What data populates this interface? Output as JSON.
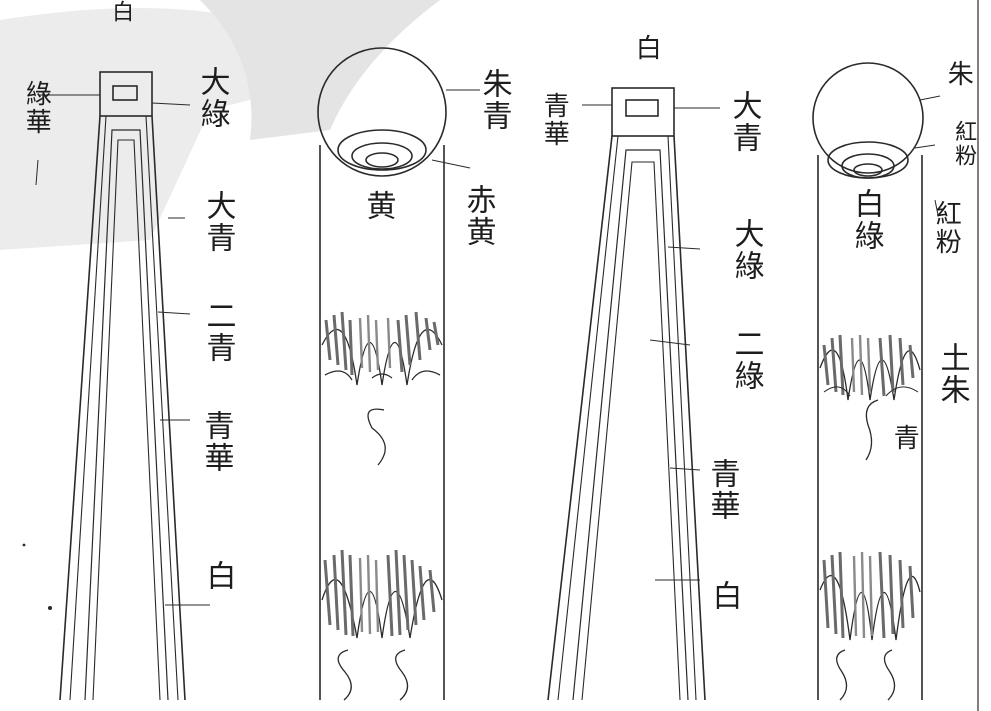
{
  "colors": {
    "ink": "#1d1d1d",
    "paper": "#ffffff",
    "shadow": "#d6d6d6"
  },
  "figure1": {
    "top": "白",
    "left_side": "綠華",
    "labels": [
      "大綠",
      "大青",
      "二青",
      "青華",
      "白"
    ]
  },
  "figure2": {
    "inner": "黄",
    "labels": [
      "朱青",
      "赤黄"
    ]
  },
  "figure3": {
    "top": "白",
    "left_side": "青華",
    "labels": [
      "大青",
      "大綠",
      "二綠",
      "青華",
      "白"
    ]
  },
  "figure4": {
    "inner": "白綠",
    "labels": [
      "朱",
      "紅粉",
      "紅粉",
      "土朱",
      "青"
    ]
  }
}
